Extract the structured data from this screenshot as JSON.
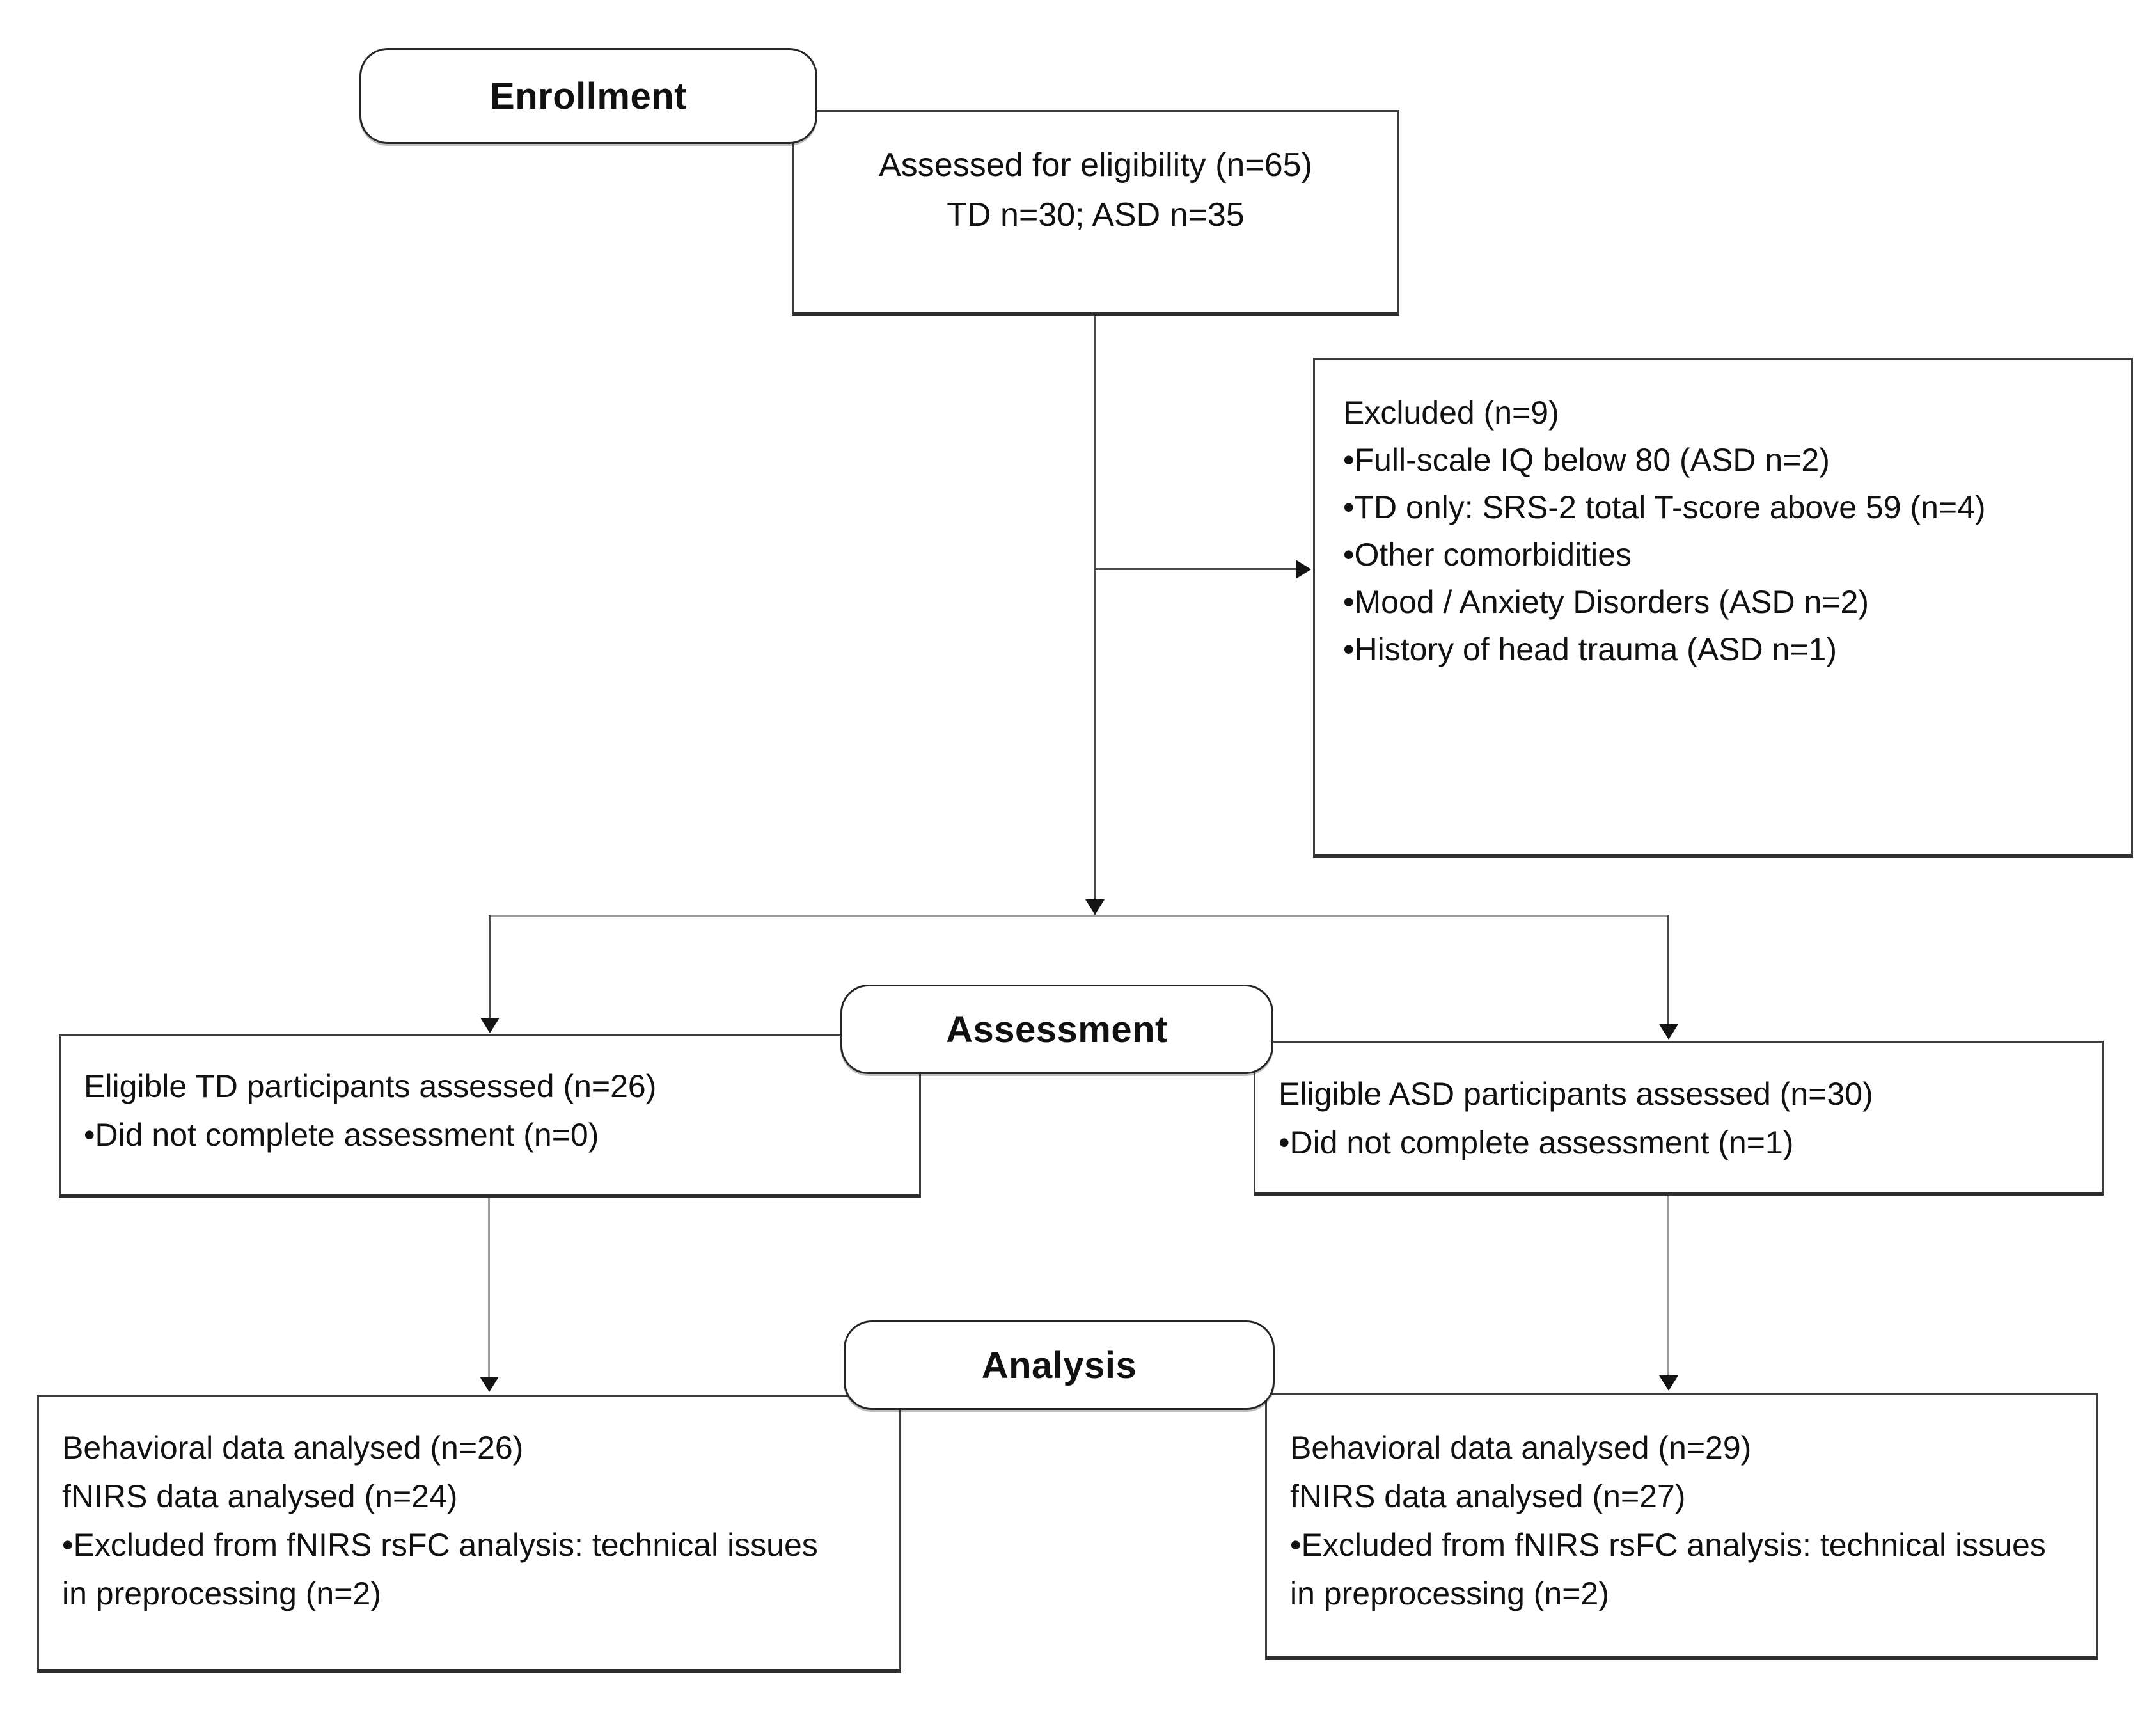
{
  "stages": {
    "enrollment": "Enrollment",
    "assessment": "Assessment",
    "analysis": "Analysis"
  },
  "boxes": {
    "eligibility": {
      "lines": [
        "Assessed for eligibility (n=65)",
        "TD n=30; ASD n=35"
      ]
    },
    "excluded": {
      "lines": [
        "Excluded (n=9)",
        "•Full-scale IQ below 80 (ASD n=2)",
        "•TD only: SRS-2 total T-score above 59 (n=4)",
        "•Other comorbidities",
        "•Mood / Anxiety Disorders (ASD n=2)",
        "•History of head trauma (ASD n=1)"
      ]
    },
    "td_assessed": {
      "lines": [
        "Eligible TD participants assessed (n=26)",
        "•Did not complete assessment (n=0)"
      ]
    },
    "asd_assessed": {
      "lines": [
        "Eligible ASD participants assessed (n=30)",
        "•Did not complete assessment (n=1)"
      ]
    },
    "td_analysis": {
      "lines": [
        "Behavioral data analysed (n=26)",
        "fNIRS data analysed (n=24)",
        "•Excluded from fNIRS rsFC analysis: technical issues",
        "in preprocessing (n=2)"
      ]
    },
    "asd_analysis": {
      "lines": [
        "Behavioral data analysed (n=29)",
        "fNIRS data analysed (n=27)",
        "•Excluded from fNIRS rsFC analysis: technical issues",
        "in preprocessing (n=2)"
      ]
    }
  },
  "colors": {
    "background": "#ffffff",
    "box_border": "#3d3d3d",
    "connector_dark": "#4a4a4a",
    "connector_light": "#9a9a9a",
    "arrow": "#141414",
    "text": "#111111"
  }
}
